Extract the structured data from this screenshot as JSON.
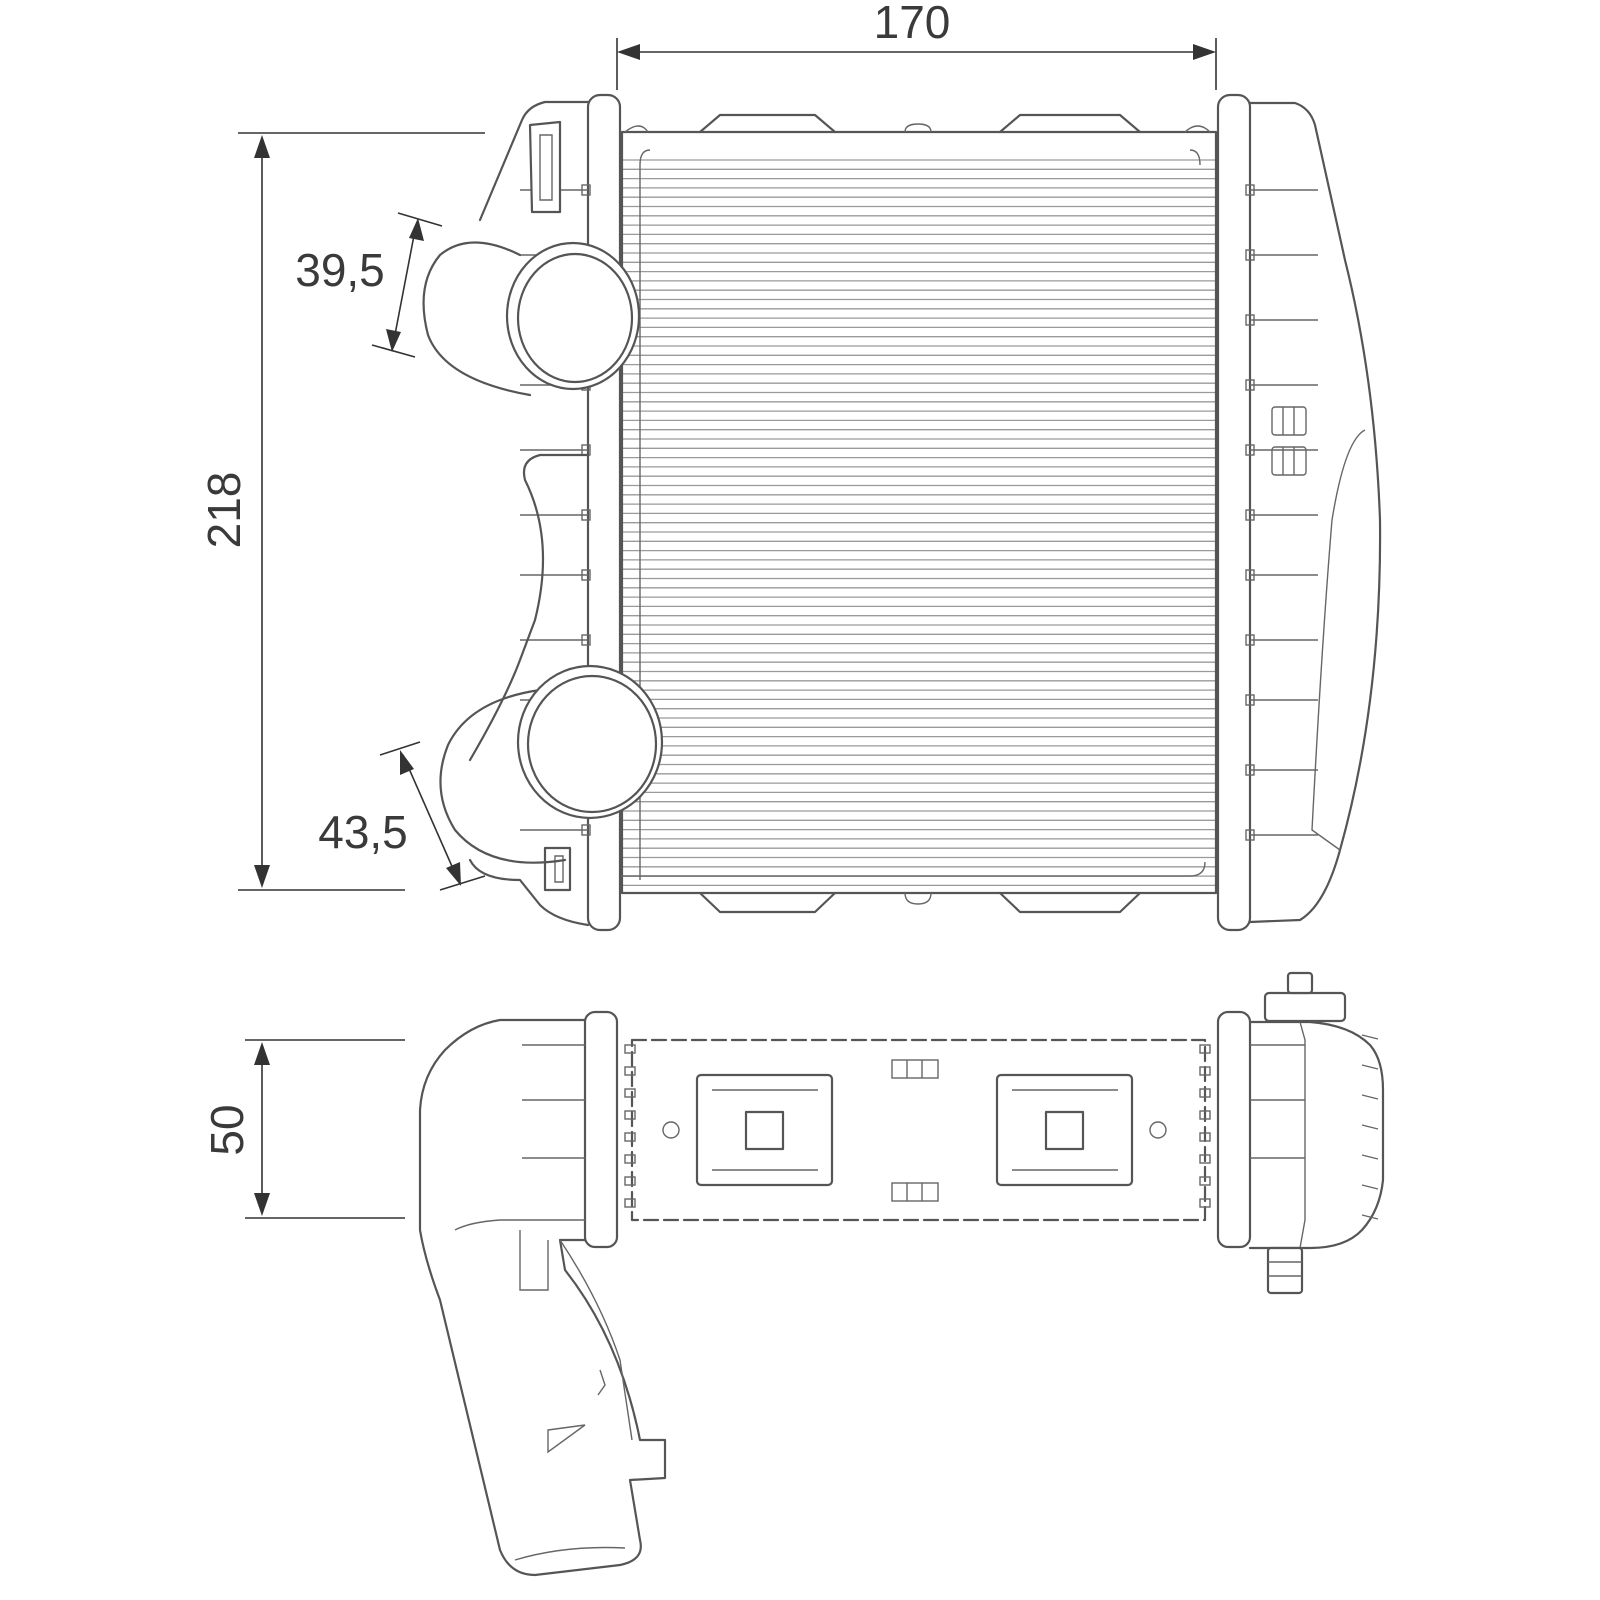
{
  "dimensions": {
    "width": "170",
    "height": "218",
    "upper_port": "39,5",
    "lower_port": "43,5",
    "depth": "50"
  },
  "colors": {
    "line": "#555555",
    "fin": "#9a9a9a",
    "text": "#3a3a3a",
    "background": "#ffffff"
  }
}
